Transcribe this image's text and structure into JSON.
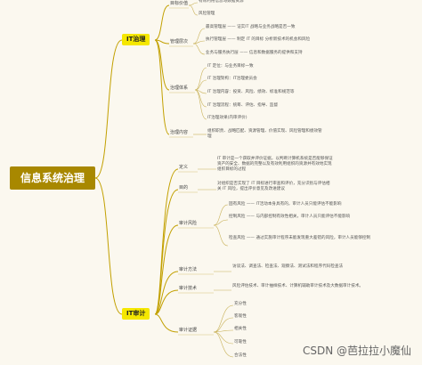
{
  "root": "信息系统治理",
  "topics": [
    {
      "label": "IT治理",
      "children": [
        {
          "label": "目标价值",
          "leaves": [
            "有效利用信息与数据资源",
            "风险管理"
          ]
        },
        {
          "label": "管理层次",
          "leaves": [
            "最高管理层 —— 证实IT 战略与业务战略是否一致",
            "执行管理层 —— 制定 IT 的目标 分析新技术的机会和风险",
            "业务与服务执行层 —— 信息和数据服务的提供和支持"
          ]
        },
        {
          "label": "治理体系",
          "leaves": [
            "IT 定位：与业务目标一致",
            "IT 治理架构：IT治理委员会",
            "IT 治理内容：投资、风险、绩效、标准和规范等",
            "IT 治理流程：统筹、评估、指导、监督",
            "IT治理效果(内审评价)"
          ]
        },
        {
          "label": "治理内容",
          "leaves": [
            "组织职责、战略匹配、资源管理、价值实现、风险管理和绩效管理"
          ]
        }
      ]
    },
    {
      "label": "IT审计",
      "children": [
        {
          "label": "定义",
          "leaves": [
            "IT 审计是一个获取并评价证据，以判断计算机系统是否能够保证资产的安全、数据的完整以及有效利用组织的资源并有效地实现组织目标的过程"
          ]
        },
        {
          "label": "目的",
          "leaves": [
            "对组织是否实现了 IT 目标进行审查和评价，充分识别与评估相关 IT 风险，提出评价意见及改进建议"
          ]
        },
        {
          "label": "审计风险",
          "leaves": [
            "固有风险 —— IT活动本身具有的，审计人员只能评估不能影响",
            "控制风险 —— 与内部控制有效性相关，审计人员只能评估不能影响",
            "检查风险 —— 通过实施审计程序未能发现重大差错的风险，审计人员能够控制"
          ]
        },
        {
          "label": "审计方法",
          "leaves": [
            "访谈法、调查法、检查法、观察法、测试法和程序代码检查法"
          ]
        },
        {
          "label": "审计技术",
          "leaves": [
            "风险评估技术、审计抽样技术、计算机辅助审计技术及大数据审计技术。"
          ]
        },
        {
          "label": "审计证据",
          "leaves": [
            "充分性",
            "客观性",
            "相关性",
            "可靠性",
            "合法性"
          ]
        }
      ]
    }
  ],
  "watermark": "CSDN @芭拉拉小魔仙",
  "colors": {
    "line": "#c2a000",
    "topic_bg": "#f5e700",
    "root_bg": "#a88800",
    "background": "#fbf8ef"
  }
}
